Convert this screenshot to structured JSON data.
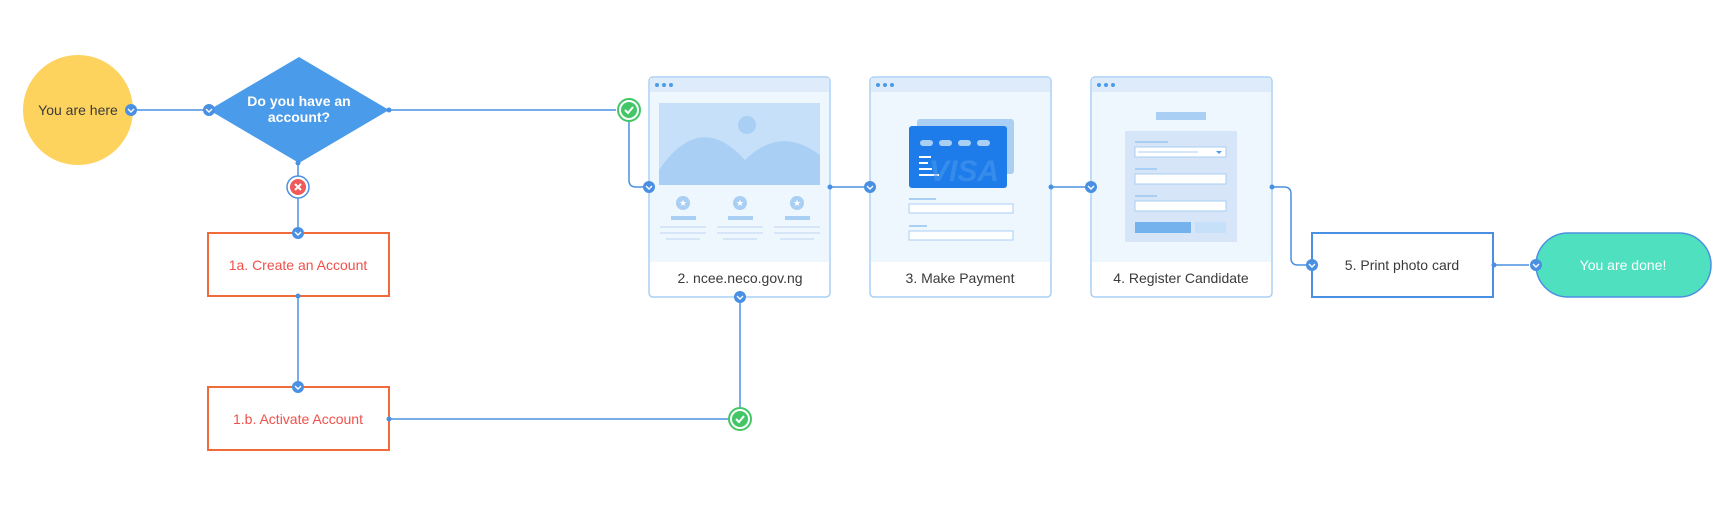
{
  "flow": {
    "start": "You are here",
    "question": [
      "Do you have an",
      "account?"
    ],
    "create_account": "1a. Create an Account",
    "activate_account": "1.b. Activate Account",
    "website": "2. ncee.neco.gov.ng",
    "payment": "3. Make Payment",
    "register": "4. Register Candidate",
    "print": "5. Print photo card",
    "done": "You are done!"
  },
  "card_art": {
    "visa": "VISA"
  },
  "colors": {
    "start": "#FDD35D",
    "decision": "#4A9BEA",
    "connector": "#4A90E2",
    "card_border": "#A9CFF5",
    "card_fill": "#EEF6FE",
    "error_box": "#F06A3A",
    "error_text": "#F0504A",
    "done": "#4FE0C0",
    "success": "#43C766",
    "fail": "#F05A5A"
  }
}
